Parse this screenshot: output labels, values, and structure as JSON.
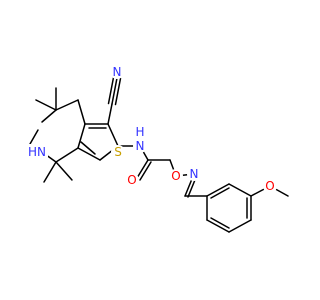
{
  "molecule": {
    "atoms": {
      "n_cyano": "N",
      "n_amide": "N",
      "h_amide": "H",
      "s_thiophene": "S",
      "o_carbonyl": "O",
      "o_oxime": "O",
      "n_oxime": "N",
      "o_methoxy": "O",
      "nh_ring": "HN"
    },
    "colors": {
      "nitrogen": "#3333ff",
      "oxygen": "#ff0000",
      "sulfur": "#c8a000",
      "carbon": "#000000"
    }
  }
}
